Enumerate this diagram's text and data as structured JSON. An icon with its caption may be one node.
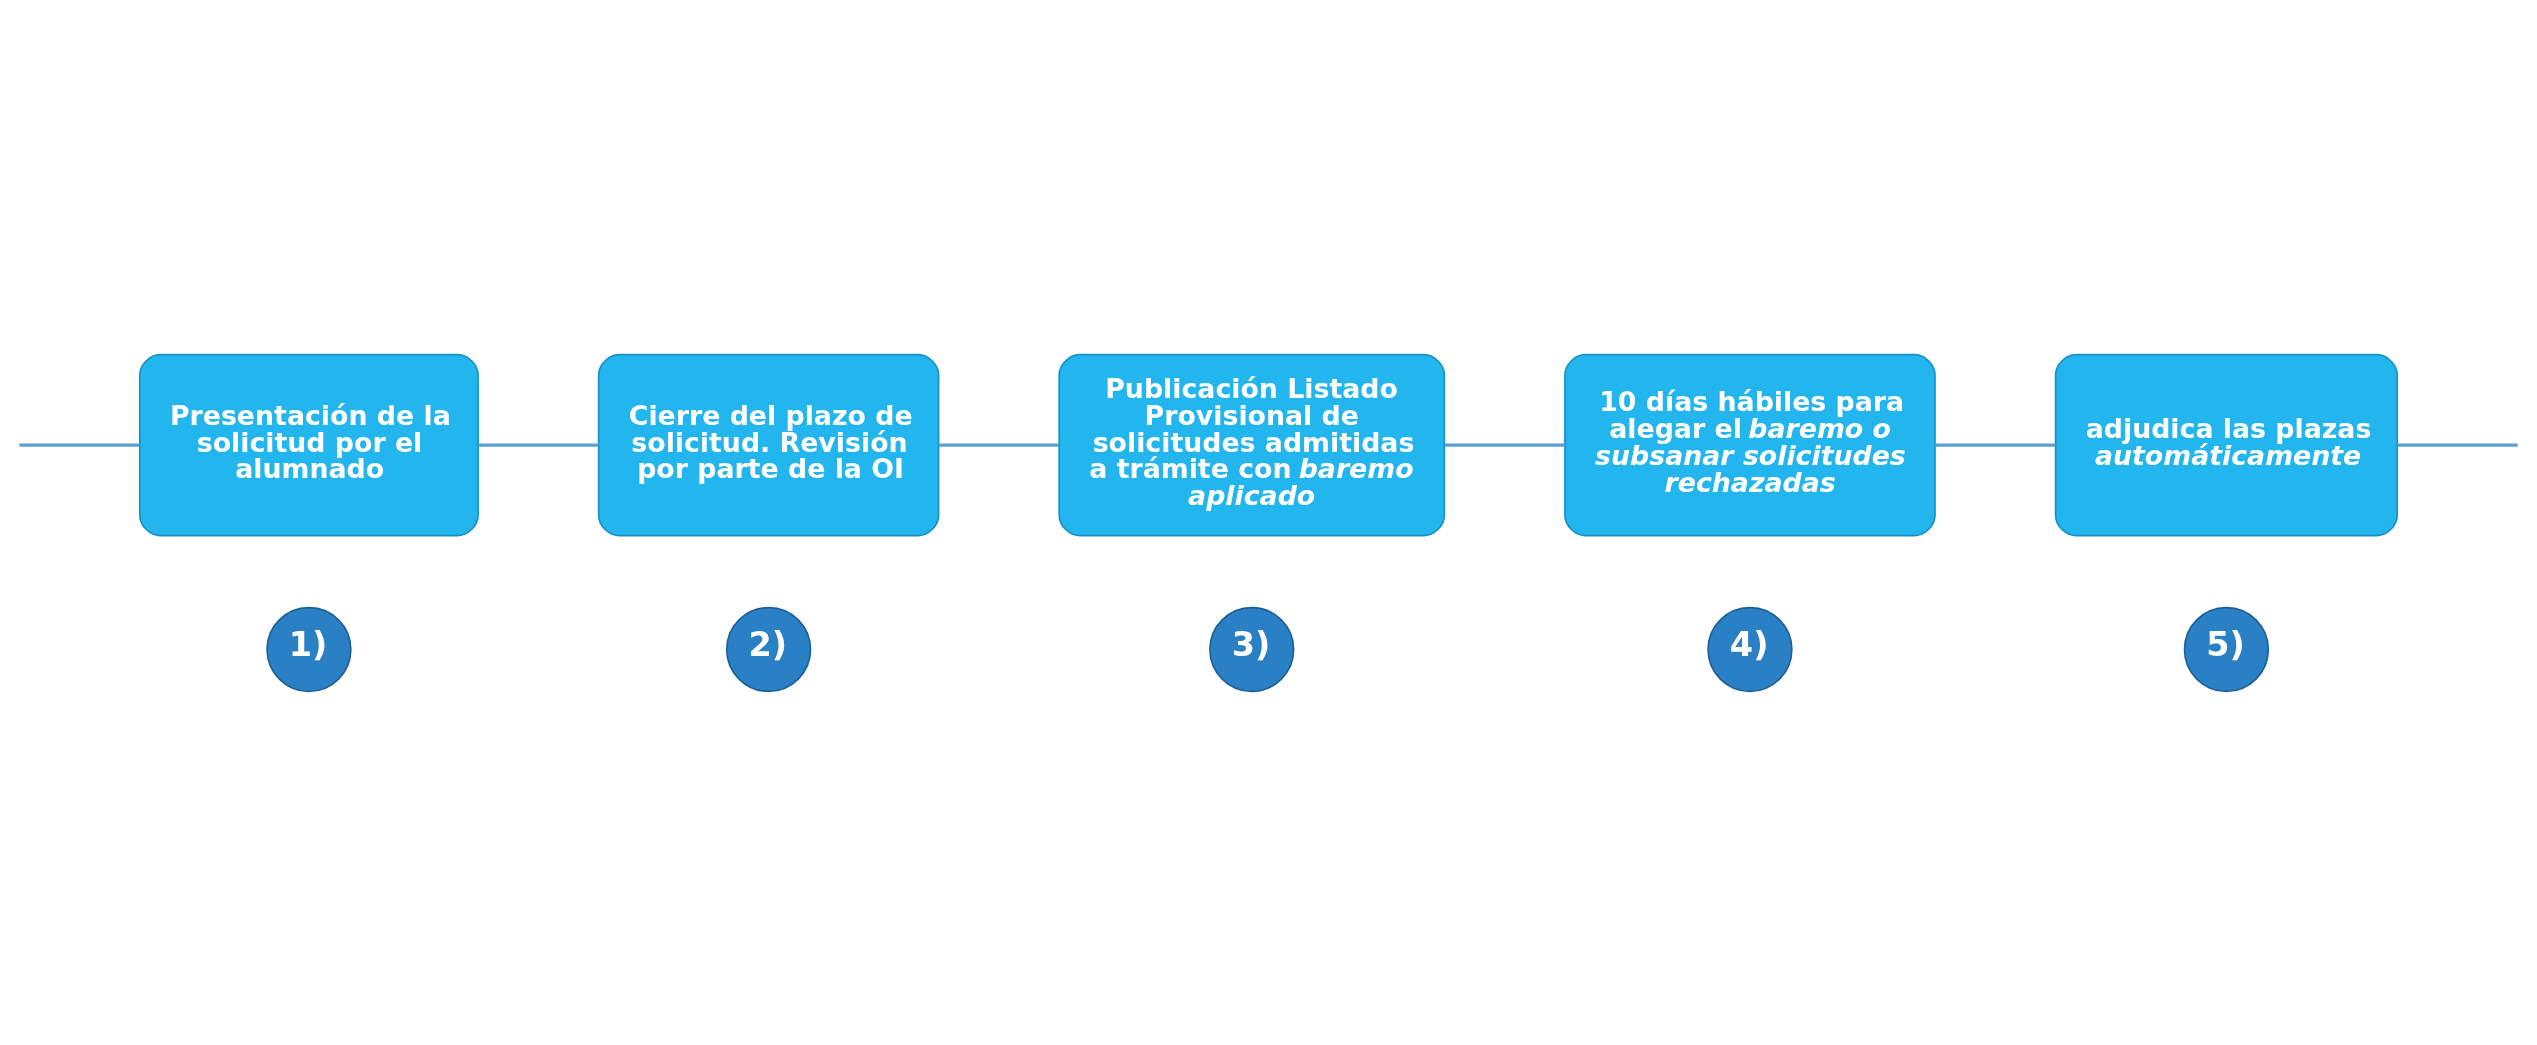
{
  "diagram": {
    "nodes": [
      {
        "text": [
          "Presentación de la solicitud por el alumnado"
        ]
      },
      {
        "text": [
          "Cierre del plazo de solicitud. Revisión por parte de la OI"
        ]
      },
      {
        "text": [
          "Publicación Listado Provisional de solicitudes admitidas a trámite con *baremo aplicado*"
        ]
      },
      {
        "text": [
          "10 días hábiles para alegar el *baremo o subsanar solicitudes rechazadas*"
        ]
      },
      {
        "text": [
          "adjudica las plazas *automáticamente*"
        ]
      },
      {
        "text": [
          "1)"
        ]
      },
      {
        "text": [
          "2)"
        ]
      },
      {
        "text": [
          "3)"
        ]
      },
      {
        "text": [
          "4)"
        ]
      },
      {
        "text": [
          "5)"
        ]
      }
    ],
    "edges": [
      {
        "from": null,
        "to": 0,
        "arrow": "none"
      },
      {
        "from": 0,
        "to": 1,
        "arrow": "none"
      },
      {
        "from": 1,
        "to": 2,
        "arrow": "none"
      },
      {
        "from": 2,
        "to": 3,
        "arrow": "none"
      },
      {
        "from": 3,
        "to": 4,
        "arrow": "none"
      },
      {
        "from": 4,
        "to": null,
        "arrow": "none"
      }
    ]
  }
}
